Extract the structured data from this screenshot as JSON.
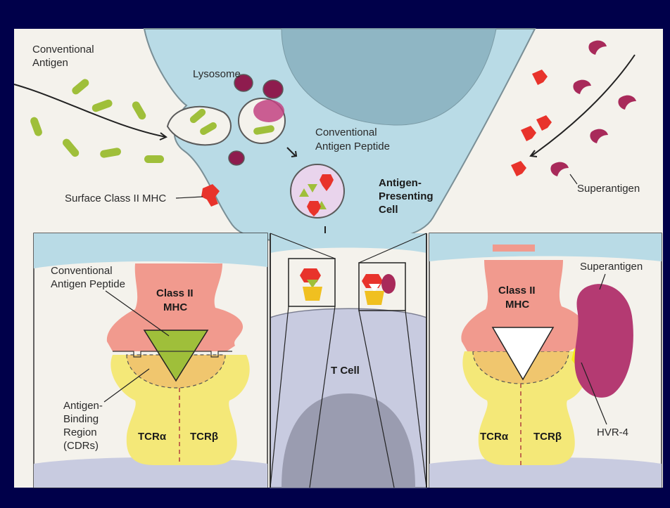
{
  "labels": {
    "conventional_antigen": [
      "Conventional",
      "Antigen"
    ],
    "lysosome": "Lysosome",
    "conventional_antigen_peptide_top": [
      "Conventional",
      "Antigen Peptide"
    ],
    "antigen_presenting_cell": [
      "Antigen-",
      "Presenting",
      "Cell"
    ],
    "surface_class_ii_mhc": "Surface Class II MHC",
    "superantigen_top": "Superantigen",
    "t_cell": "T Cell",
    "left_panel": {
      "peptide_label": [
        "Conventional",
        "Antigen Peptide"
      ],
      "mhc_label": [
        "Class II",
        "MHC"
      ],
      "binding_region": [
        "Antigen-",
        "Binding",
        "Region",
        "(CDRs)"
      ],
      "tcr_alpha": "TCRα",
      "tcr_beta": "TCRβ"
    },
    "right_panel": {
      "superantigen": "Superantigen",
      "mhc_label": [
        "Class II",
        "MHC"
      ],
      "tcr_alpha": "TCRα",
      "tcr_beta": "TCRβ",
      "hvr": "HVR-4"
    }
  },
  "colors": {
    "frame": "#00004a",
    "background": "#f4f2ec",
    "cell": "#b9dbe6",
    "nucleus": "#8fb6c4",
    "mhc": "#f19a8e",
    "tcr": "#f4e878",
    "binding": "#f0c66e",
    "antigen_green": "#9fbf3a",
    "lysosome": "#8e1c4e",
    "superantigen": "#b43a72",
    "mhc_red": "#e8332b",
    "hvr_yellow": "#f5ee1a",
    "tcell": "#c8cbe0"
  }
}
